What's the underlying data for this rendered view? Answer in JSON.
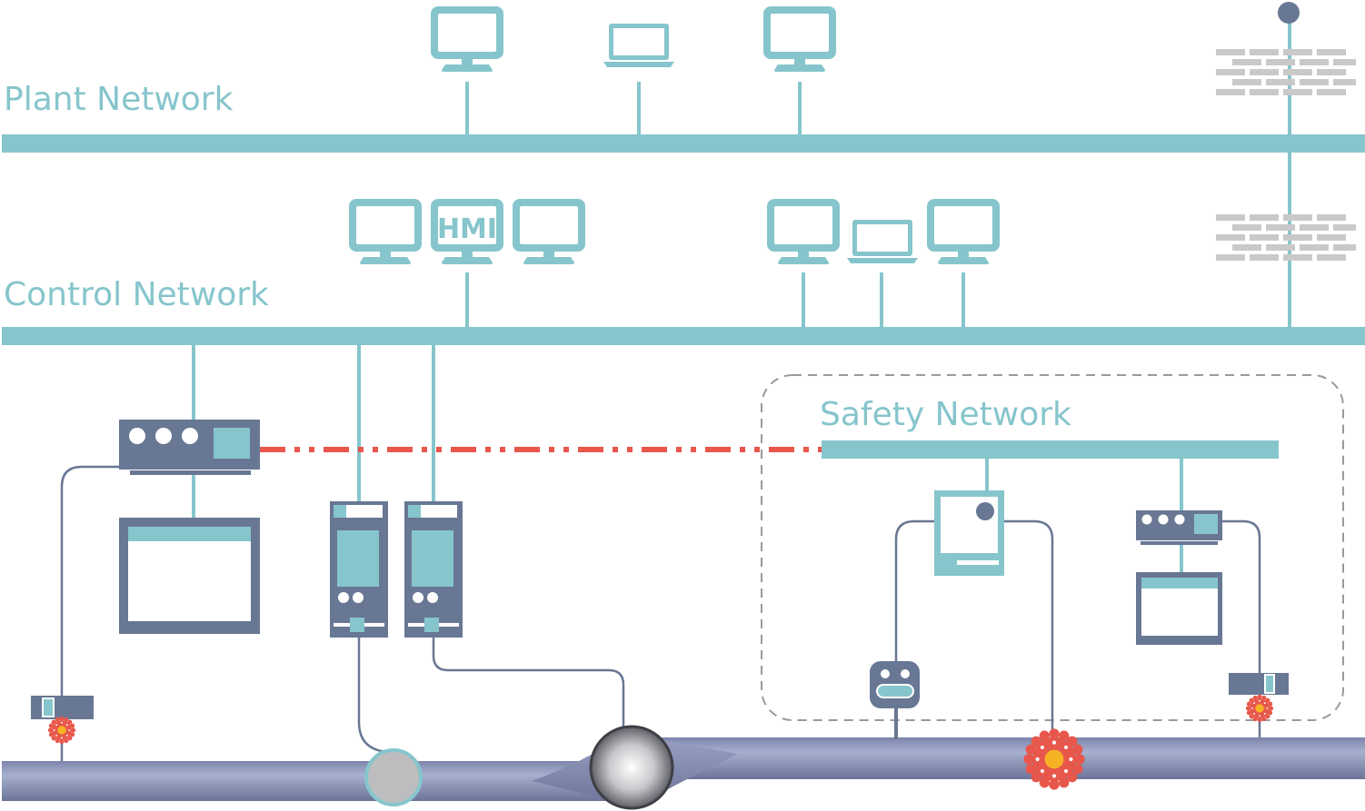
{
  "labels": {
    "plant": "Plant Network",
    "control": "Control Network",
    "safety": "Safety Network",
    "hmi": "HMI"
  },
  "colors": {
    "teal": "#86c5cc",
    "slate": "#687794",
    "red": "#e8574b",
    "pipe": "#8a93b8",
    "brick": "#c9c9c9"
  },
  "icons": {
    "workstation": "monitor-icon",
    "laptop": "laptop-icon",
    "firewall": "firewall-icon",
    "controller": "controller-icon",
    "io_module": "io-module-icon",
    "valve": "valve-icon",
    "sensor": "sensor-icon",
    "fault": "explosion-icon"
  }
}
